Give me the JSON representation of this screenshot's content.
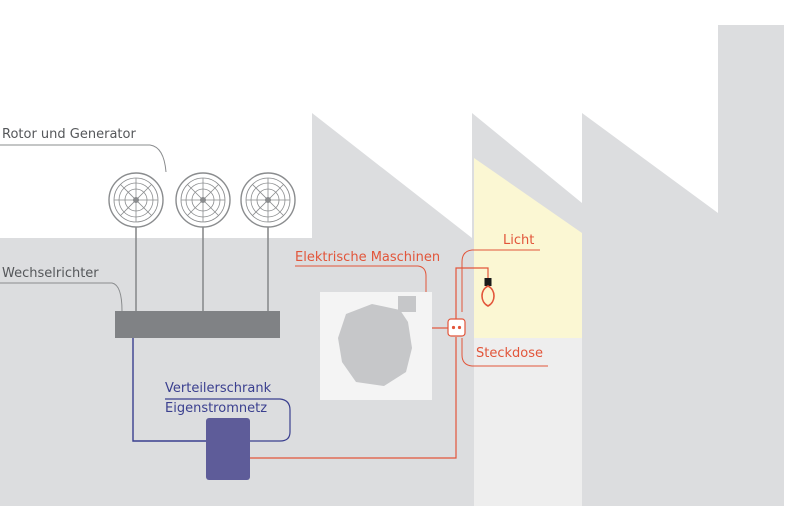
{
  "labels": {
    "rotor": "Rotor und Generator",
    "inverter": "Wechselrichter",
    "machines": "Elektrische Maschinen",
    "light": "Licht",
    "socket": "Steckdose",
    "cabinet_line1": "Verteilerschrank",
    "cabinet_line2": "Eigenstromnetz"
  },
  "colors": {
    "building": "#dcdddf",
    "grey_wire": "#8a8c8e",
    "inverter": "#808285",
    "blue_wire": "#3a3f8f",
    "cabinet": "#5e5c99",
    "red_wire": "#e2553a",
    "light_zone": "#fbf7d3",
    "machine_panel": "#f4f4f4",
    "machine": "#c6c7c9"
  }
}
